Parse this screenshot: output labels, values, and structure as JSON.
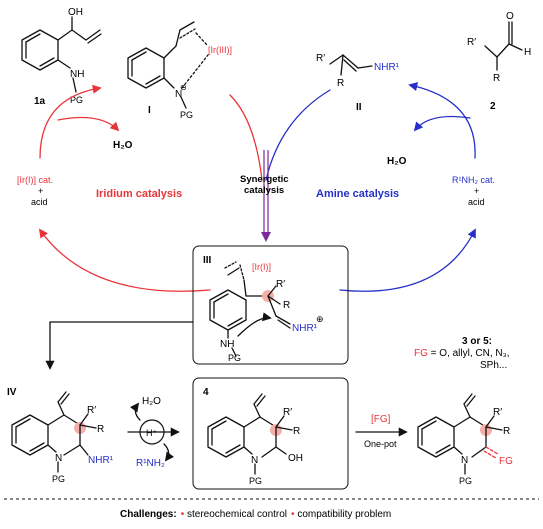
{
  "colors": {
    "iridium": "#e8353a",
    "amine": "#2630c8",
    "marker": "#f4b0a8",
    "ink": "#111111"
  },
  "labels": {
    "cmpd_1a": "1a",
    "int_I": "I",
    "int_II": "II",
    "cmpd_2": "2",
    "int_III": "III",
    "int_IV": "IV",
    "cmpd_4": "4",
    "prod_3or5": "3 or 5:"
  },
  "atoms": {
    "oh": "OH",
    "nh": "NH",
    "pg": "PG",
    "n": "N",
    "neg": "⊖",
    "ir3": "[Ir(III)]",
    "rprime": "R′",
    "r": "R",
    "nhr1": "NHR¹",
    "o": "O",
    "h": "H",
    "ir1": "[Ir(I)]",
    "pos": "⊕",
    "nhr1_iminium": "NHR¹",
    "h2o": "H₂O",
    "hplus": "H⁺",
    "r1nh2": "R¹NH₂",
    "oh_lactol": "OH",
    "fg": "FG"
  },
  "cycle": {
    "water_left": "H₂O",
    "water_right": "H₂O",
    "ir_cat": "[Ir(I)] cat.",
    "ir_plus": "+",
    "ir_acid": "acid",
    "amine_cat": "R¹NH₂ cat.",
    "amine_plus": "+",
    "amine_acid": "acid",
    "iridium_title": "Iridium catalysis",
    "amine_title": "Amine catalysis",
    "synergetic_1": "Synergetic",
    "synergetic_2": "catalysis"
  },
  "fg_list": {
    "prefix": "FG",
    "line1_rest": " = O, allyl, CN, N₃,",
    "line2": "SPh..."
  },
  "reagent": {
    "fg_box": "[FG]",
    "one_pot": "One-pot"
  },
  "challenges": {
    "title": "Challenges:",
    "item1": "• stereochemical control",
    "item2": "• compatibility problem"
  }
}
